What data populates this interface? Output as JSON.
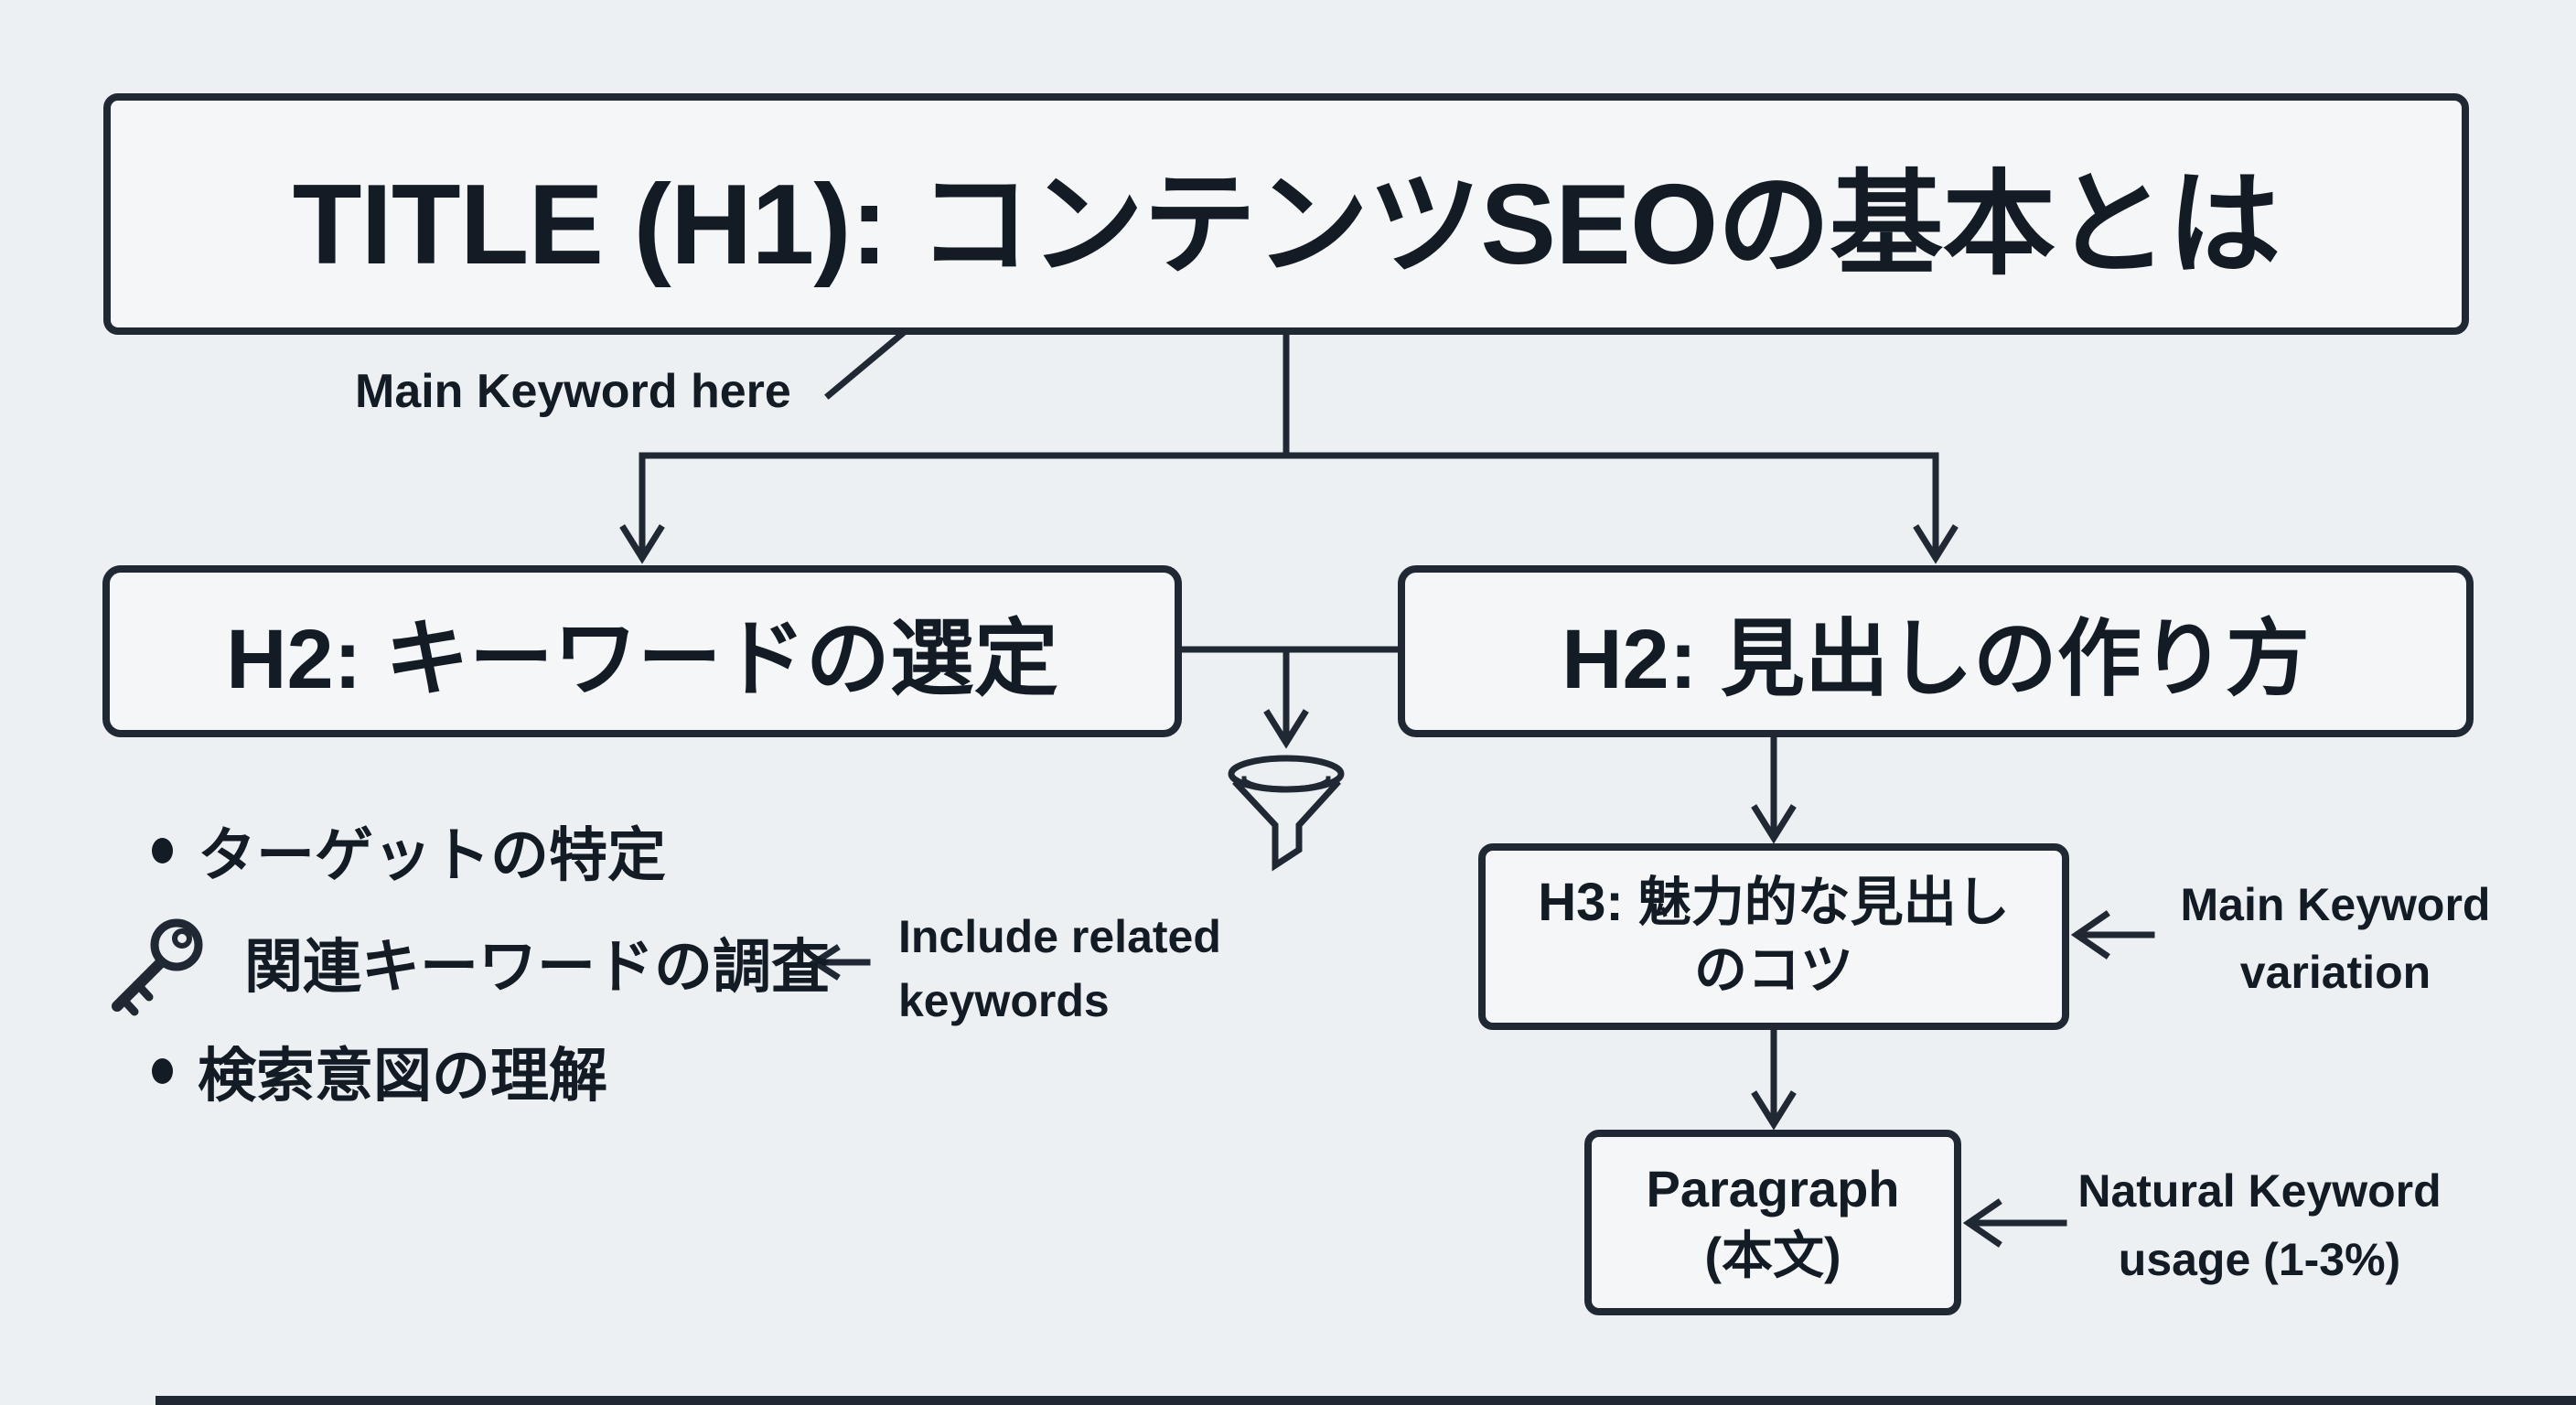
{
  "colors": {
    "ink": "#1f2833",
    "text": "#131b24",
    "bg": "#edf0f3",
    "box_fill": "#f4f6f8"
  },
  "title": {
    "label": "TITLE (H1): コンテンツSEOの基本とは"
  },
  "annotations": {
    "main_keyword_here": "Main Keyword here",
    "include_related_line1": "Include related",
    "include_related_line2": "keywords",
    "main_keyword_variation_line1": "Main Keyword",
    "main_keyword_variation_line2": "variation",
    "natural_keyword_line1": "Natural Keyword",
    "natural_keyword_line2": "usage (1-3%)"
  },
  "h2_left": {
    "label": "H2: キーワードの選定",
    "bullets": [
      {
        "marker": "dot",
        "text": "ターゲットの特定"
      },
      {
        "marker": "key-icon",
        "text": "関連キーワードの調査"
      },
      {
        "marker": "dot",
        "text": "検索意図の理解"
      }
    ]
  },
  "h2_right": {
    "label": "H2: 見出しの作り方"
  },
  "h3_box": {
    "line1": "H3: 魅力的な見出し",
    "line2": "のコツ"
  },
  "paragraph_box": {
    "line1": "Paragraph",
    "line2": "(本文)"
  },
  "icons": {
    "funnel": "funnel-icon",
    "key": "key-icon"
  }
}
